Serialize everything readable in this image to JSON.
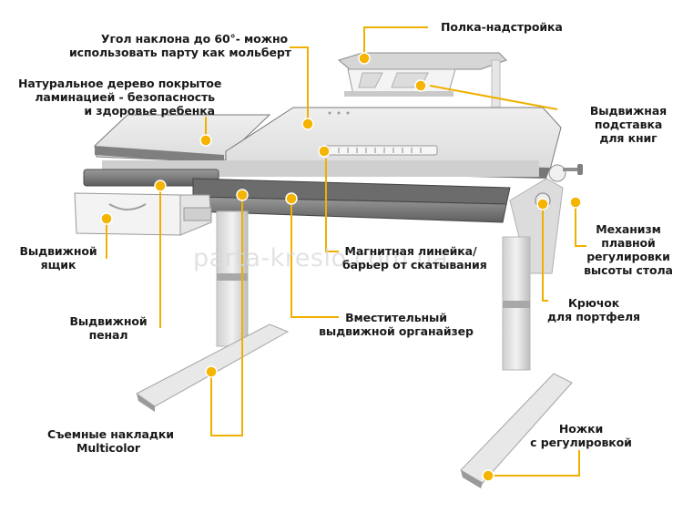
{
  "labels": {
    "tilt": [
      "Угол наклона до 60°- можно",
      "использовать парту как мольберт"
    ],
    "shelf": [
      "Полка-надстройка"
    ],
    "wood": [
      "Натуральное дерево покрытое",
      "ламинацией - безопасность",
      "и здоровье ребенка"
    ],
    "book_stand": [
      "Выдвижная",
      "подставка",
      "для книг"
    ],
    "drawer": [
      "Выдвижной",
      "ящик"
    ],
    "ruler": [
      "Магнитная линейка/",
      "барьер от скатывания"
    ],
    "height_mech": [
      "Механизм",
      "плавной",
      "регулировки",
      "высоты стола"
    ],
    "pencil_case": [
      "Выдвижной",
      "пенал"
    ],
    "organizer": [
      "Вместительный",
      "выдвижной органайзер"
    ],
    "hook": [
      "Крючок",
      "для портфеля"
    ],
    "covers": [
      "Съемные накладки",
      "Multicolor"
    ],
    "feet": [
      "Ножки",
      "с регулировкой"
    ]
  },
  "watermark": "parta-kreslo.com.ua",
  "colors": {
    "accent": "#f5b400",
    "callout_line": "#f0b000",
    "desk_top": "#e4e4e4",
    "desk_edge": "#6f6f6f",
    "frame": "#d8d8d8",
    "text": "#1a1a1a"
  }
}
